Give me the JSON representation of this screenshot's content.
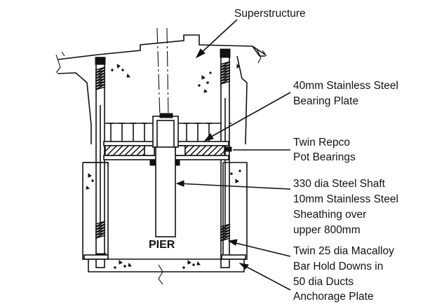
{
  "labels": {
    "superstructure": "Superstructure",
    "bearing_plate_1": "40mm Stainless Steel",
    "bearing_plate_2": "Bearing Plate",
    "pot_bearings_1": "Twin Repco",
    "pot_bearings_2": "Pot Bearings",
    "shaft_1": "330 dia Steel Shaft",
    "shaft_2": "10mm Stainless Steel",
    "shaft_3": "Sheathing over",
    "shaft_4": "upper 800mm",
    "holddown_1": "Twin 25 dia Macalloy",
    "holddown_2": "Bar Hold Downs in",
    "holddown_3": "50 dia Ducts",
    "anchorage": "Anchorage Plate",
    "pier": "PIER"
  },
  "colors": {
    "ink": "#111111",
    "paper": "#ffffff"
  }
}
